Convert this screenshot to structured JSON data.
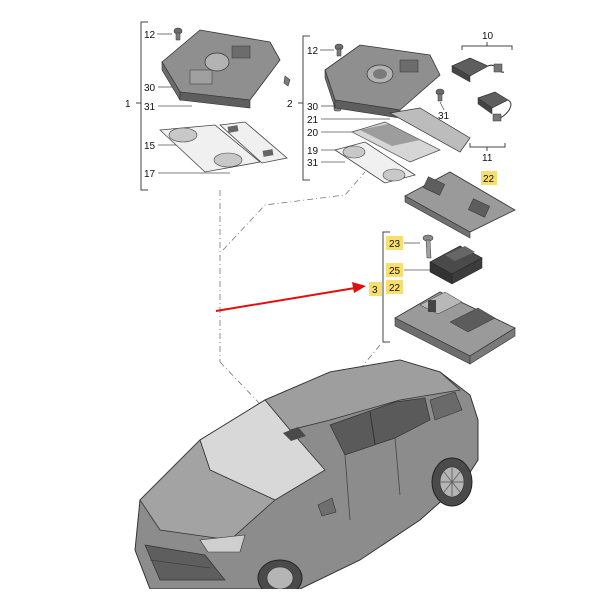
{
  "diagram": {
    "group_labels": {
      "g1": "1",
      "g2": "2",
      "g3": "3",
      "g10": "10",
      "g11": "11"
    },
    "group1_callouts": [
      "12",
      "30",
      "31",
      "15",
      "17"
    ],
    "group2_callouts": [
      "12",
      "30",
      "21",
      "20",
      "19",
      "31"
    ],
    "group2_extra": {
      "c31": "31"
    },
    "group3_callouts": [
      "23",
      "25",
      "22"
    ],
    "top_right_panel": {
      "c22": "22"
    },
    "highlighted_callouts": [
      "22",
      "23",
      "25",
      "22",
      "3"
    ],
    "colors": {
      "line": "#555555",
      "part_fill": "#8f8f8f",
      "part_dark": "#5e5e5e",
      "car_fill": "#8c8c8c",
      "highlight": "#f6df6e",
      "arrow": "#e01010"
    },
    "icons": [
      "ceiling-console",
      "screw",
      "lamp-lens",
      "sunroof-switch",
      "interior-light-module",
      "car"
    ]
  }
}
